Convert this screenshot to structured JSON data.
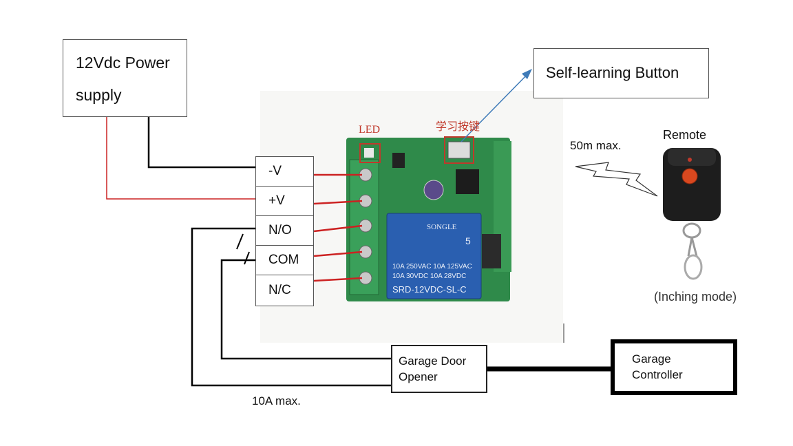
{
  "power_supply": {
    "line1": "12Vdc Power",
    "line2": "supply"
  },
  "self_learning": {
    "label": "Self-learning Button"
  },
  "board": {
    "led_label": "LED",
    "button_label": "学习按键",
    "relay_brand": "SONGLE",
    "relay_line1": "10A 250VAC  10A 125VAC",
    "relay_line2": "10A 30VDC  10A 28VDC",
    "relay_model": "SRD-12VDC-SL-C",
    "relay_number": "5"
  },
  "terminals": [
    "-V",
    "+V",
    "N/O",
    "COM",
    "N/C"
  ],
  "range_label": "50m max.",
  "remote": {
    "title": "Remote",
    "mode": "(Inching mode)"
  },
  "opener": {
    "line1": "Garage Door",
    "line2": "Opener"
  },
  "controller": {
    "line1": "Garage",
    "line2": "Controller"
  },
  "current_label": "10A max.",
  "colors": {
    "wire_red": "#cc2222",
    "wire_black": "#000000",
    "board_green": "#2f8a4a",
    "relay_blue": "#2a5fb0",
    "arrow_blue": "#3f7bb8"
  }
}
